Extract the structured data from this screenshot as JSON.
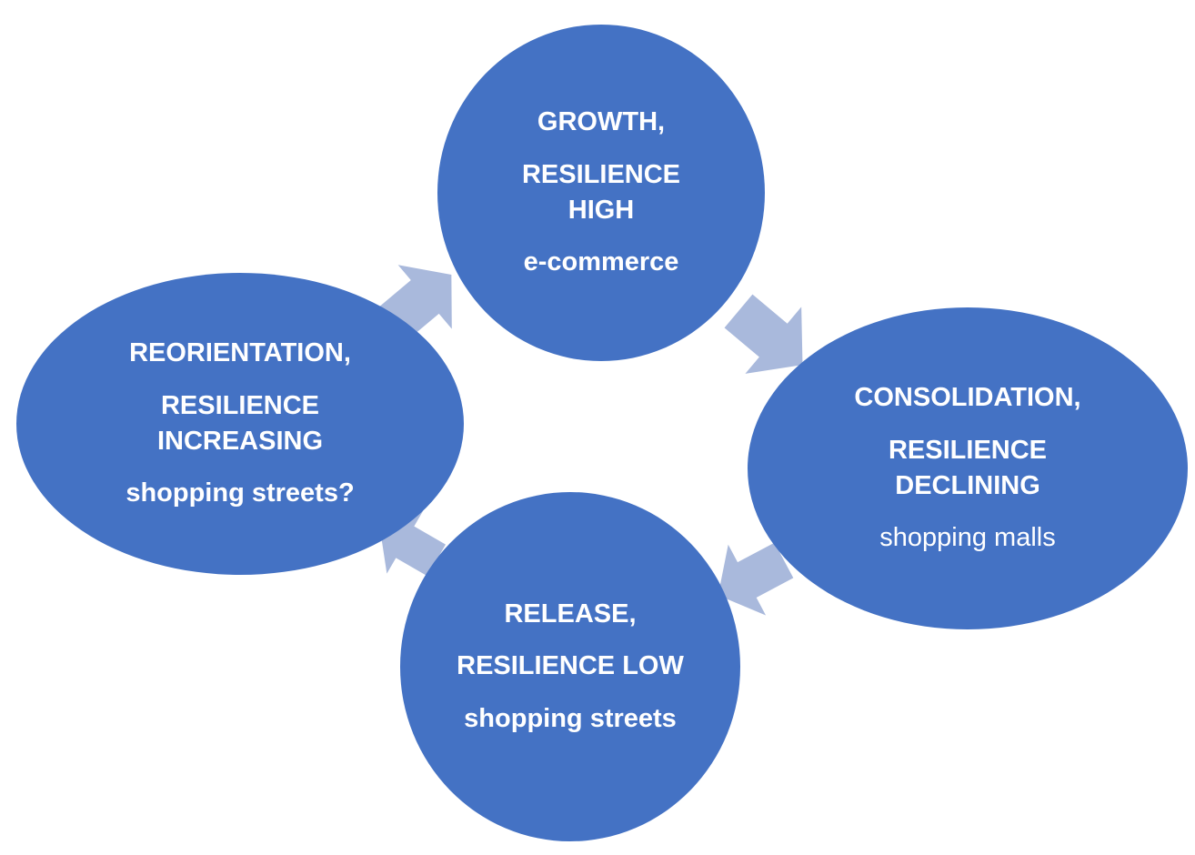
{
  "colors": {
    "node_fill": "#4472c4",
    "arrow_fill": "#a9b9dc",
    "text": "#ffffff"
  },
  "nodes": {
    "growth": {
      "line1": "GROWTH,",
      "line2": "RESILIENCE",
      "line3": "HIGH",
      "example": "e-commerce"
    },
    "consolidation": {
      "line1": "CONSOLIDATION,",
      "line2": "RESILIENCE",
      "line3": "DECLINING",
      "example": "shopping malls"
    },
    "release": {
      "line1": "RELEASE,",
      "line2": "RESILIENCE LOW",
      "example": "shopping streets"
    },
    "reorientation": {
      "line1": "REORIENTATION,",
      "line2": "RESILIENCE",
      "line3": "INCREASING",
      "example": "shopping streets?"
    }
  },
  "arrows": [
    {
      "from": "growth",
      "to": "consolidation",
      "icon": "arrow-down-right-icon"
    },
    {
      "from": "consolidation",
      "to": "release",
      "icon": "arrow-down-left-icon"
    },
    {
      "from": "release",
      "to": "reorientation",
      "icon": "arrow-up-left-icon"
    },
    {
      "from": "reorientation",
      "to": "growth",
      "icon": "arrow-up-right-icon"
    }
  ]
}
